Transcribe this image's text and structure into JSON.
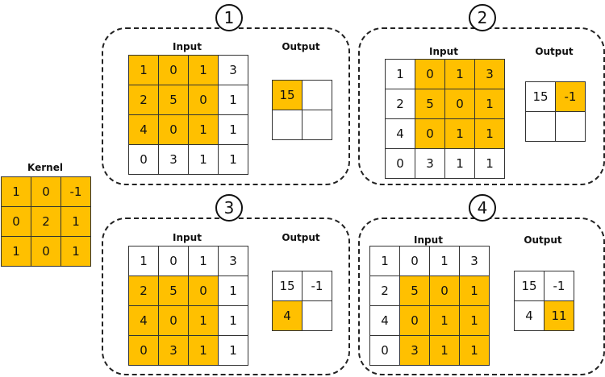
{
  "colors": {
    "highlight": "#FFC000",
    "border": "#333333",
    "background": "#FFFFFF"
  },
  "labels": {
    "input": "Input",
    "output": "Output",
    "kernel": "Kernel"
  },
  "kernel": [
    [
      "1",
      "0",
      "-1"
    ],
    [
      "0",
      "2",
      "1"
    ],
    [
      "1",
      "0",
      "1"
    ]
  ],
  "steps": [
    {
      "number": "1",
      "input": [
        [
          "1",
          "0",
          "1",
          "3"
        ],
        [
          "2",
          "5",
          "0",
          "1"
        ],
        [
          "4",
          "0",
          "1",
          "1"
        ],
        [
          "0",
          "3",
          "1",
          "1"
        ]
      ],
      "output": [
        [
          "15",
          ""
        ],
        [
          "",
          ""
        ]
      ],
      "window": [
        0,
        0
      ],
      "output_cell": [
        0,
        0
      ]
    },
    {
      "number": "2",
      "input": [
        [
          "1",
          "0",
          "1",
          "3"
        ],
        [
          "2",
          "5",
          "0",
          "1"
        ],
        [
          "4",
          "0",
          "1",
          "1"
        ],
        [
          "0",
          "3",
          "1",
          "1"
        ]
      ],
      "output": [
        [
          "15",
          "-1"
        ],
        [
          "",
          ""
        ]
      ],
      "window": [
        0,
        1
      ],
      "output_cell": [
        0,
        1
      ]
    },
    {
      "number": "3",
      "input": [
        [
          "1",
          "0",
          "1",
          "3"
        ],
        [
          "2",
          "5",
          "0",
          "1"
        ],
        [
          "4",
          "0",
          "1",
          "1"
        ],
        [
          "0",
          "3",
          "1",
          "1"
        ]
      ],
      "output": [
        [
          "15",
          "-1"
        ],
        [
          "4",
          ""
        ]
      ],
      "window": [
        1,
        0
      ],
      "output_cell": [
        1,
        0
      ]
    },
    {
      "number": "4",
      "input": [
        [
          "1",
          "0",
          "1",
          "3"
        ],
        [
          "2",
          "5",
          "0",
          "1"
        ],
        [
          "4",
          "0",
          "1",
          "1"
        ],
        [
          "0",
          "3",
          "1",
          "1"
        ]
      ],
      "output": [
        [
          "15",
          "-1"
        ],
        [
          "4",
          "11"
        ]
      ],
      "window": [
        1,
        1
      ],
      "output_cell": [
        1,
        1
      ]
    }
  ]
}
